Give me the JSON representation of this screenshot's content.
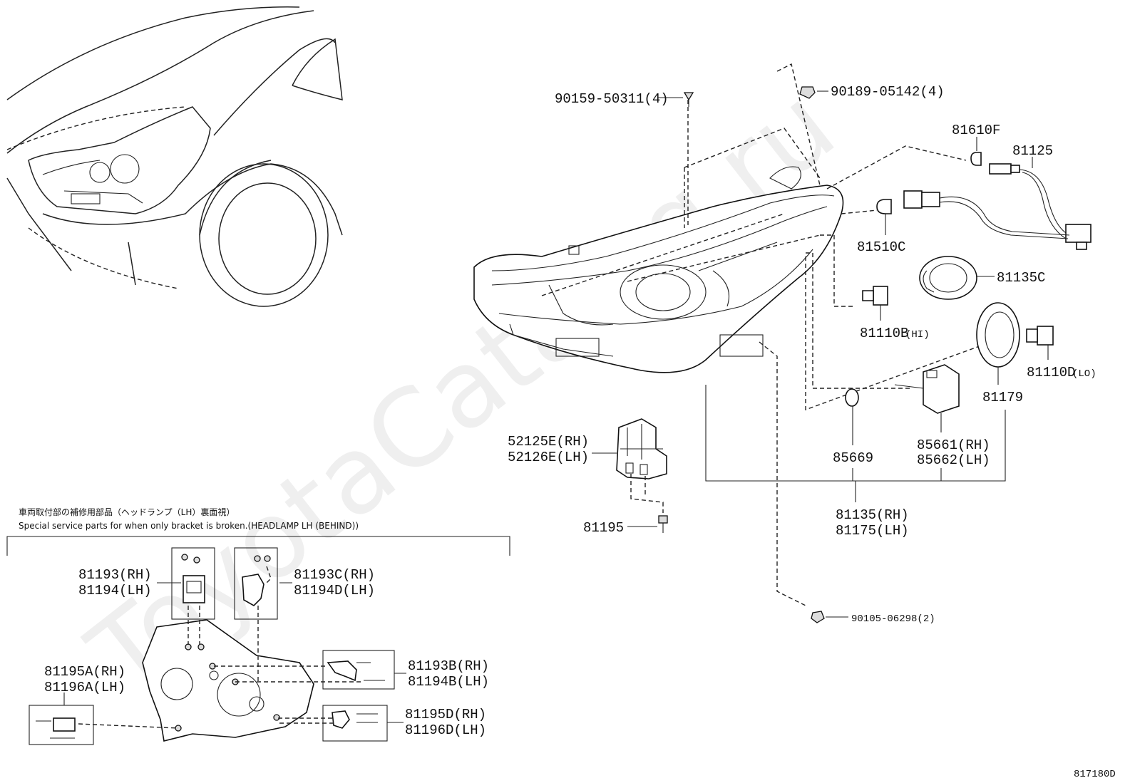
{
  "watermark": "ToyotaCatalog.ru",
  "diagram_code": "817180D",
  "bracket_note": {
    "jp": "車両取付部の補修用部品（ヘッドランプ（LH）裏面視）",
    "en": "Special service parts for when only bracket is broken.(HEADLAMP LH (BEHIND))"
  },
  "parts": {
    "p90159": "90159-50311(4)",
    "p90189": "90189-05142(4)",
    "p81610F": "81610F",
    "p81125": "81125",
    "p81510C": "81510C",
    "p81135C": "81135C",
    "p81110B": "81110B",
    "p81110B_hi": "(HI)",
    "p81110D": "81110D",
    "p81110D_lo": "(LO)",
    "p81179": "81179",
    "p52125E": "52125E(RH)",
    "p52126E": "52126E(LH)",
    "p85669": "85669",
    "p85661": "85661(RH)",
    "p85662": "85662(LH)",
    "p81195": "81195",
    "p81135": "81135(RH)",
    "p81175": "81175(LH)",
    "p90105": "90105-06298(2)",
    "p81193": "81193(RH)",
    "p81194": "81194(LH)",
    "p81193C": "81193C(RH)",
    "p81194D": "81194D(LH)",
    "p81193B": "81193B(RH)",
    "p81194B": "81194B(LH)",
    "p81195A": "81195A(RH)",
    "p81196A": "81196A(LH)",
    "p81195D": "81195D(RH)",
    "p81196D": "81196D(LH)"
  }
}
